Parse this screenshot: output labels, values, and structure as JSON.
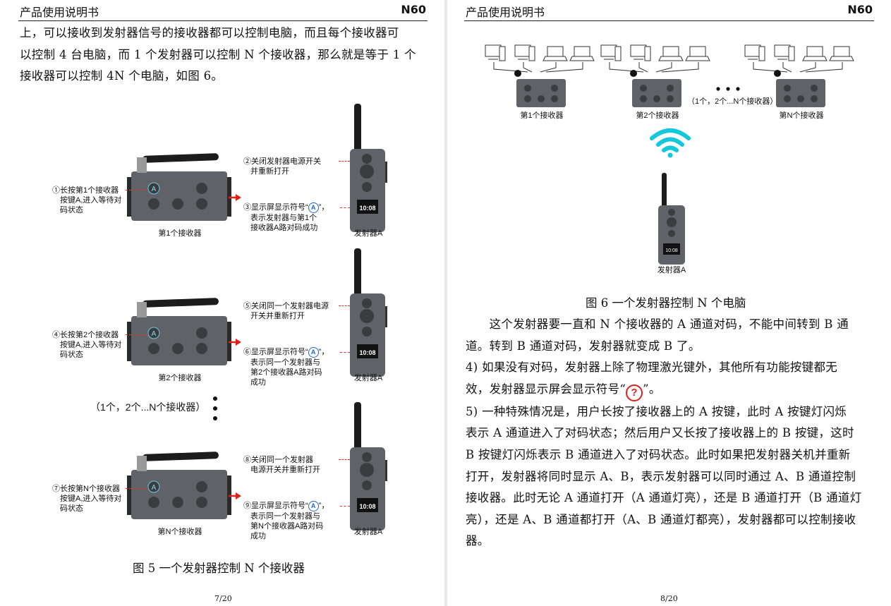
{
  "header": {
    "title": "产品使用说明书",
    "model": "N60"
  },
  "left": {
    "paragraph": [
      "上，可以接收到发射器信号的接收器都可以控制电脑，而且每个接收器可",
      "以控制 4 台电脑，而 1 个发射器可以控制 N 个接收器，那么就是等于 1 个",
      "接收器可以控制 4N 个电脑，如图 6。"
    ],
    "fig5": {
      "rows": [
        {
          "hold": [
            "①长按第1个接收器",
            "按键A,进入等待对",
            "码状态"
          ],
          "receiver_label": "第1个接收器",
          "off": [
            "②关闭发射器电源开关",
            "并重新打开"
          ],
          "show_a": "③显示屏显示符号“",
          "show_b": "”，",
          "show_rest": [
            "表示发射器与第1个",
            "接收器A路对码成功"
          ],
          "transmitter_label": "发射器A"
        },
        {
          "hold": [
            "④长按第2个接收器",
            "按键A,进入等待对",
            "码状态"
          ],
          "receiver_label": "第2个接收器",
          "off": [
            "⑤关闭同一个发射器电源",
            "开关并重新打开"
          ],
          "show_a": "⑥显示屏显示符号“",
          "show_b": "”，",
          "show_rest": [
            "表示同一个发射器与",
            "第2个接收器A路对码",
            "成功"
          ],
          "transmitter_label": "发射器A"
        },
        {
          "hold": [
            "⑦长按第N个接收器",
            "按键A,进入等待对",
            "码状态"
          ],
          "receiver_label": "第N个接收器",
          "off": [
            "⑧关闭同一个发射器",
            "电源开关并重新打开"
          ],
          "show_a": "⑨显示屏显示符号“",
          "show_b": "”，",
          "show_rest": [
            "表示同一个发射器与",
            "第N个接收器A路对码",
            "成功"
          ],
          "transmitter_label": "发射器A"
        }
      ],
      "ellipsis_note": "（1个，2个...N个接收器）",
      "button_letter": "A",
      "screen_time": "10:08",
      "caption": "图 5  一个发射器控制 N 个接收器"
    },
    "page_number": "7/20"
  },
  "right": {
    "fig6": {
      "receivers": [
        "第1个接收器",
        "第2个接收器",
        "第N个接收器"
      ],
      "middle_note": "（1个，2个...N个接收器）",
      "transmitter_label": "发射器A",
      "screen_time": "10:08",
      "caption": "图 6  一个发射器控制 N 个电脑"
    },
    "p1": [
      "　　这个发射器要一直和 N 个接收器的 A 通道对码，不能中间转到 B 通",
      "道。转到 B 通道对码，发射器就变成 B 了。"
    ],
    "p2a": "4) 如果没有对码，发射器上除了物理激光键外，其他所有功能按键都无",
    "p2b_before": "效，发射器显示屏会显示符号“",
    "p2b_after": "”。",
    "qmark": "?",
    "p3": [
      "5) 一种特殊情况是，用户长按了接收器上的 A 按键，此时 A 按键灯闪烁",
      "表示 A 通道进入了对码状态；然后用户又长按了接收器上的 B 按键，这时",
      "B 按键灯闪烁表示 B 通道进入了对码状态。此时如果把发射器关机并重新",
      "打开，发射器将同时显示 A、B，表示发射器可以同时通过 A、B 通道控制",
      "接收器。此时无论 A 通道打开（A 通道灯亮），还是 B 通道打开（B 通道灯",
      "亮），还是 A、B 通道都打开（A、B 通道灯都亮），发射器都可以控制接收",
      "器。"
    ],
    "page_number": "8/20"
  },
  "colors": {
    "accent_blue": "#1e66c8",
    "arrow_red": "#e0201a",
    "wifi_cyan": "#14c8dc",
    "device_gray": "#5f6368"
  }
}
